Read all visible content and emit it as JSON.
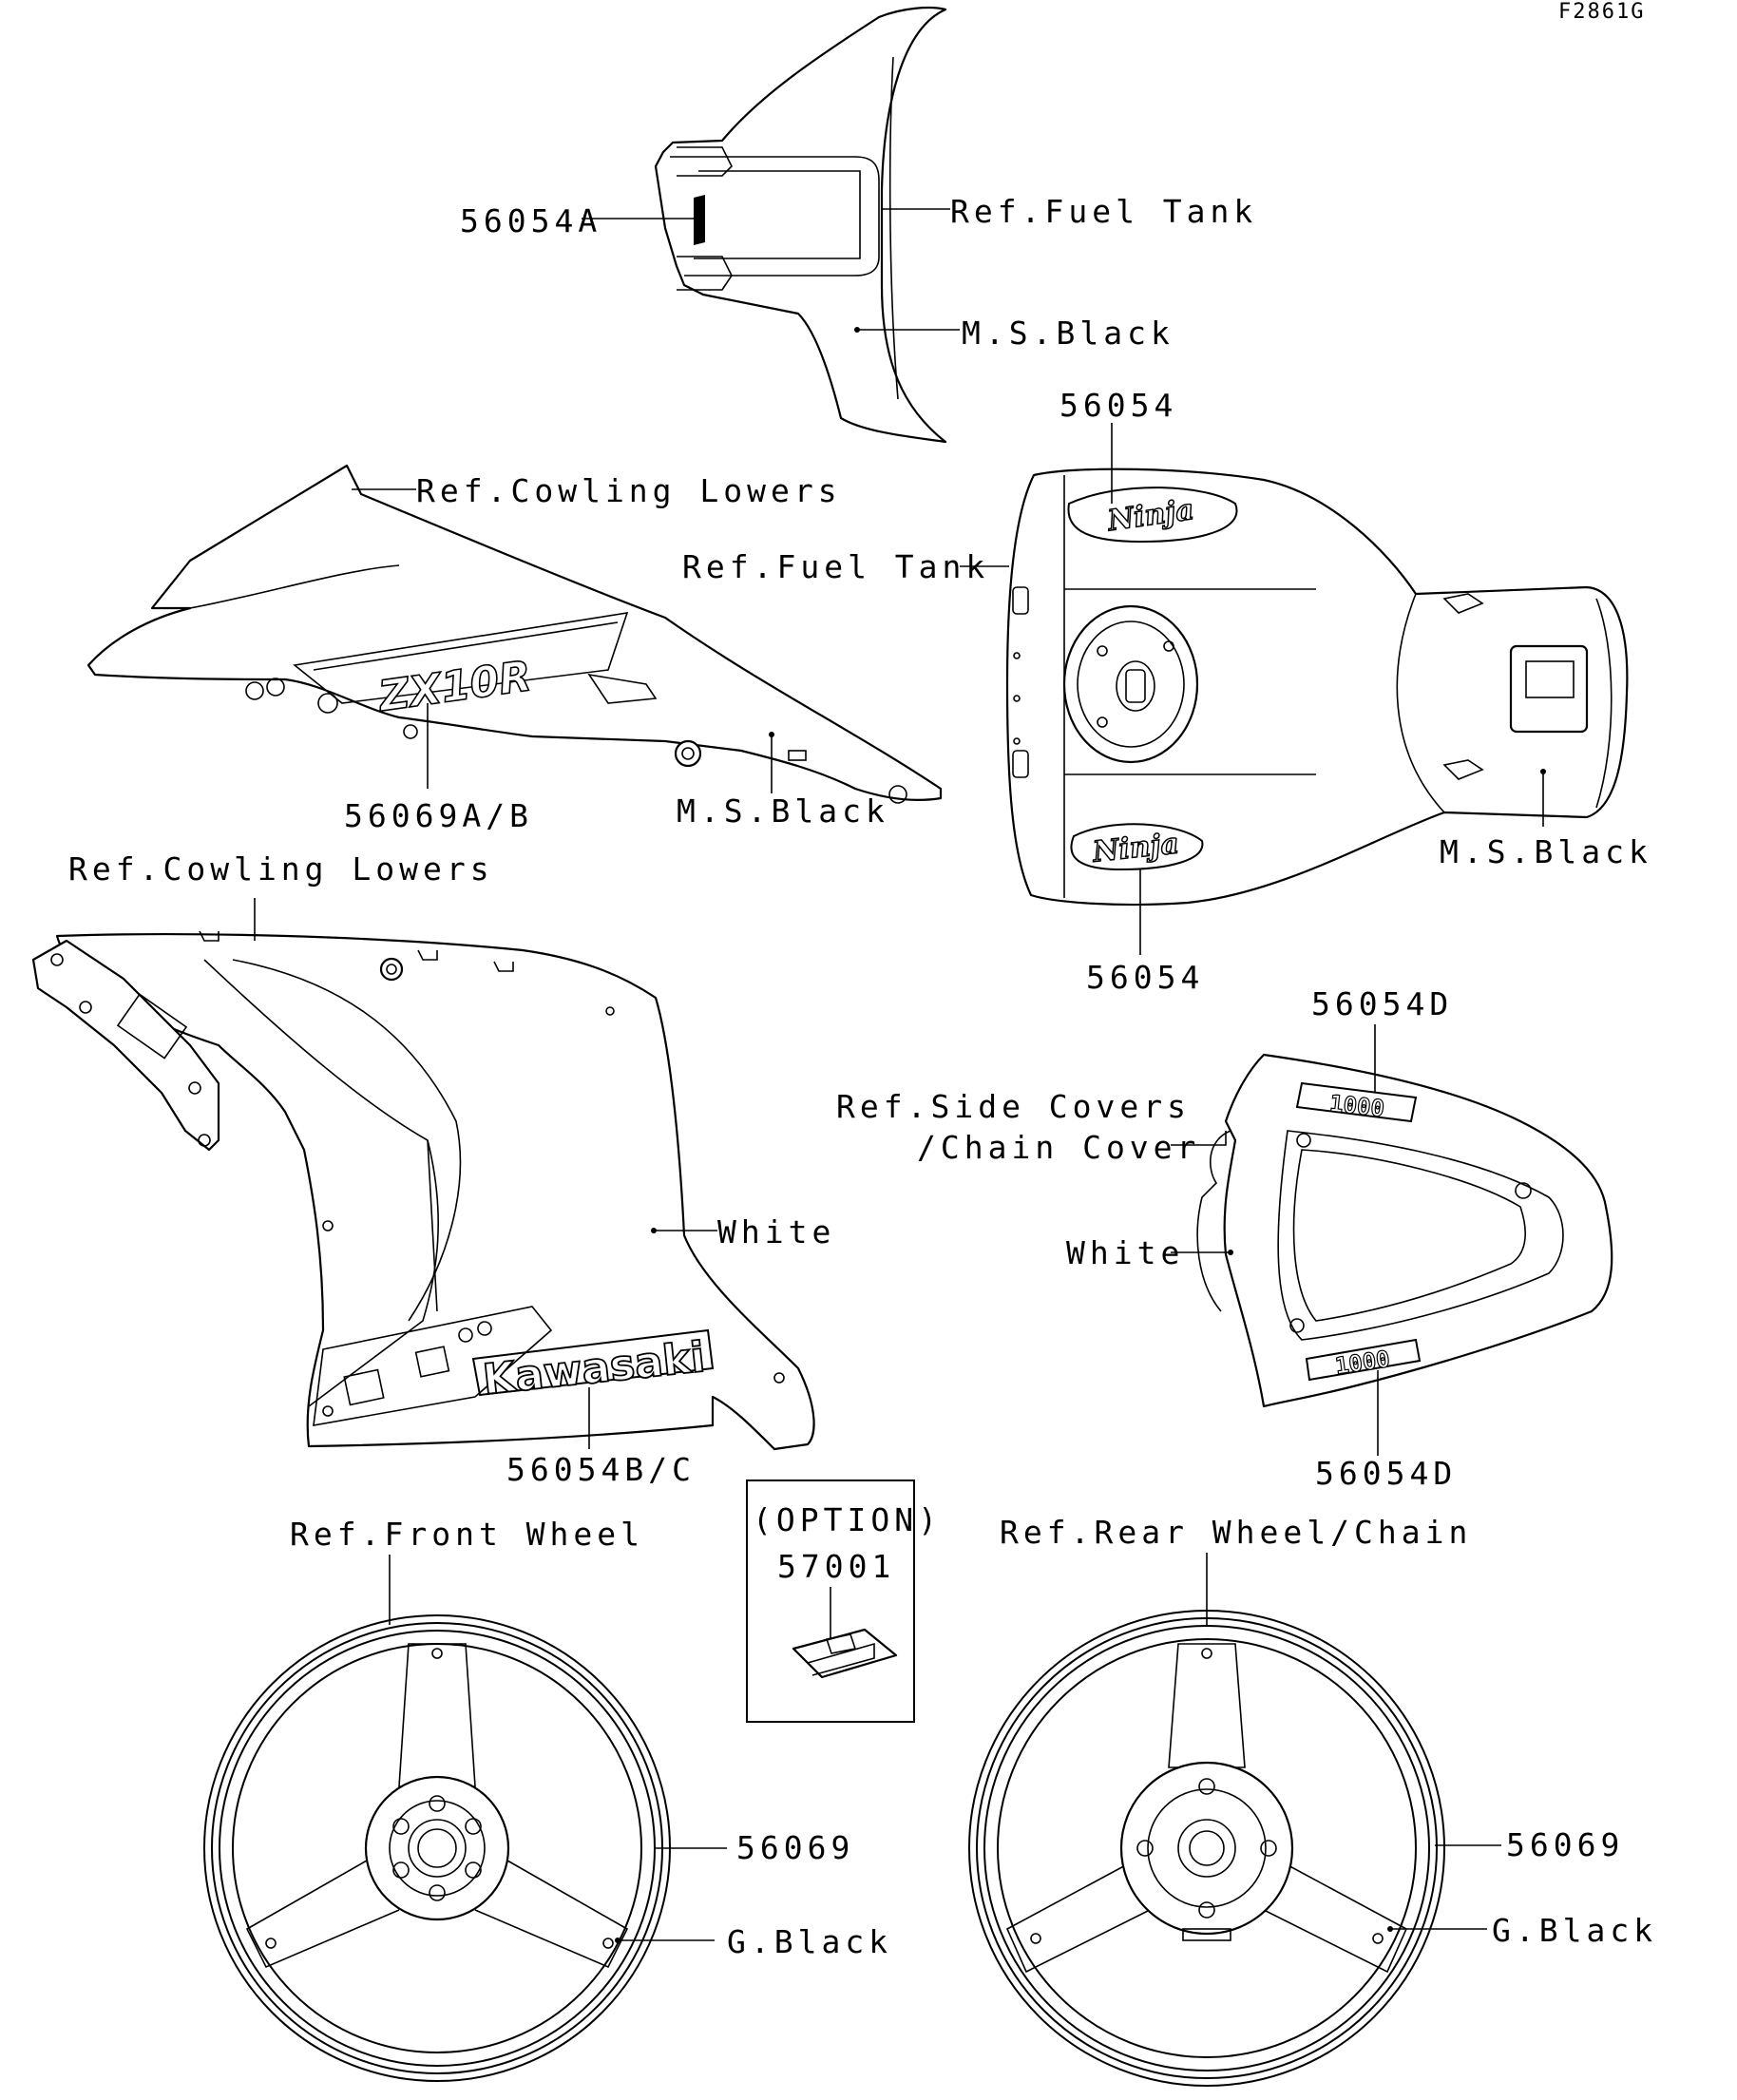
{
  "figure_code": "F2861G",
  "labels": {
    "front_cowl_part": "56054A",
    "front_cowl_ref": "Ref.Fuel Tank",
    "front_cowl_color": "M.S.Black",
    "tank_part_top": "56054",
    "tank_ref": "Ref.Fuel Tank",
    "tank_color": "M.S.Black",
    "tank_part_bottom": "56054",
    "upper_cowl_ref": "Ref.Cowling Lowers",
    "upper_cowl_part": "56069A/B",
    "upper_cowl_color": "M.S.Black",
    "lower_cowl_ref": "Ref.Cowling Lowers",
    "lower_cowl_color": "White",
    "lower_cowl_part": "56054B/C",
    "tail_part_top": "56054D",
    "tail_ref_line1": "Ref.Side Covers",
    "tail_ref_line2": "/Chain Cover",
    "tail_color": "White",
    "tail_part_bottom": "56054D",
    "option_title": "(OPTION)",
    "option_part": "57001",
    "front_wheel_ref": "Ref.Front Wheel",
    "front_wheel_part": "56069",
    "front_wheel_color": "G.Black",
    "rear_wheel_ref": "Ref.Rear Wheel/Chain",
    "rear_wheel_part": "56069",
    "rear_wheel_color": "G.Black"
  },
  "decal_text": {
    "zx10r": "ZX10R",
    "kawasaki": "Kawasaki",
    "ninja": "Ninja",
    "size_1000": "1000"
  }
}
